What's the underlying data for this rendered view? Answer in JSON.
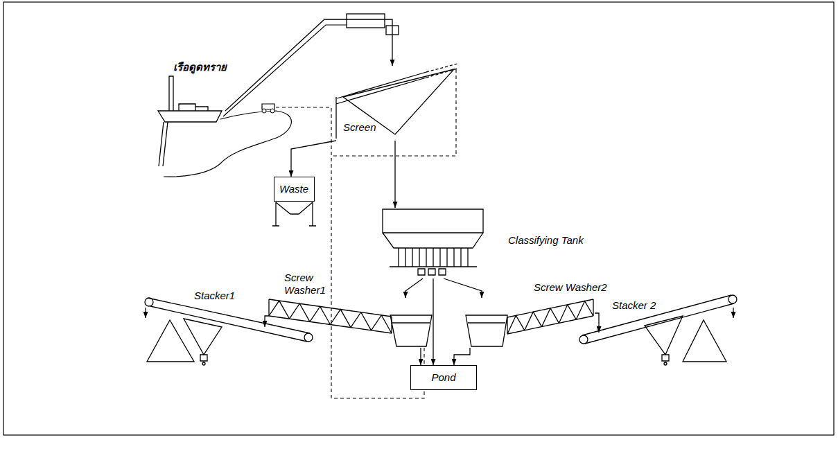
{
  "diagram": {
    "nodes": [
      {
        "text": [
          "เรือดูดทราย"
        ]
      },
      {
        "text": [
          "Screen"
        ]
      },
      {
        "text": [
          "Waste"
        ]
      },
      {
        "text": [
          "Classifying Tank"
        ]
      },
      {
        "text": [
          "Screw Washer1"
        ]
      },
      {
        "text": [
          "Screw Washer2"
        ]
      },
      {
        "text": [
          "Stacker1"
        ]
      },
      {
        "text": [
          "Stacker 2"
        ]
      },
      {
        "text": [
          "Pond"
        ]
      }
    ],
    "edges": [
      {
        "from": 0,
        "to": 1,
        "arrow": "to"
      },
      {
        "from": 1,
        "to": 2,
        "arrow": "to"
      },
      {
        "from": 1,
        "to": 3,
        "arrow": "to"
      },
      {
        "from": 3,
        "to": 4,
        "arrow": "to"
      },
      {
        "from": 3,
        "to": 5,
        "arrow": "to"
      },
      {
        "from": 3,
        "to": 8,
        "arrow": "to"
      },
      {
        "from": 4,
        "to": 6,
        "arrow": "to"
      },
      {
        "from": 5,
        "to": 7,
        "arrow": "to"
      },
      {
        "from": 4,
        "to": 8,
        "arrow": "to"
      },
      {
        "from": 5,
        "to": 8,
        "arrow": "to"
      }
    ]
  }
}
